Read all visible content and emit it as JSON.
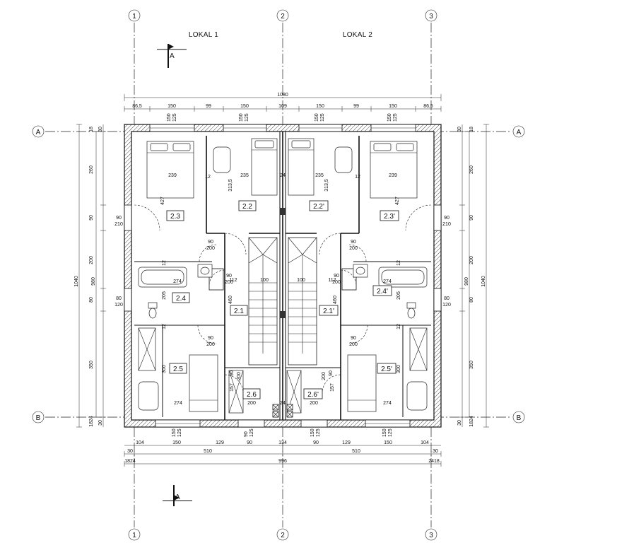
{
  "axes": {
    "columns": [
      "1",
      "2",
      "3"
    ],
    "rows": [
      "A",
      "B"
    ]
  },
  "units": {
    "lokal1": "LOKAL 1",
    "lokal2": "LOKAL 2"
  },
  "section_marker": "A",
  "rooms": {
    "r_2_3": "2.3",
    "r_2_2": "2.2",
    "r_2_2p": "2.2'",
    "r_2_3p": "2.3'",
    "r_2_4": "2.4",
    "r_2_4p": "2.4'",
    "r_2_1": "2.1",
    "r_2_1p": "2.1'",
    "r_2_5": "2.5",
    "r_2_5p": "2.5'",
    "r_2_6": "2.6",
    "r_2_6p": "2.6'"
  },
  "dims": {
    "overall_top": "1080",
    "top_chain": [
      "86,5",
      "150",
      "99",
      "150",
      "109",
      "150",
      "99",
      "150",
      "86,5"
    ],
    "window_top": [
      "150",
      "125"
    ],
    "overall_bottom": "996",
    "bottom_chain": [
      "104",
      "150",
      "129",
      "90",
      "134",
      "90",
      "129",
      "150",
      "104"
    ],
    "bottom_sub": [
      "30",
      "510",
      "510",
      "30"
    ],
    "bottom_edges_left": "1824",
    "bottom_edges_right": "2418",
    "left_outer": "1040",
    "left_inner": "980",
    "left_chain": [
      "260",
      "90",
      "200",
      "80",
      "350"
    ],
    "left_top_edge": [
      "18",
      "30"
    ],
    "left_bot_edge": [
      "1824",
      "30"
    ],
    "right_outer": "1040",
    "right_inner": "980",
    "right_chain": [
      "260",
      "90",
      "200",
      "80",
      "350"
    ],
    "right_top_edge": [
      "18",
      "30"
    ],
    "right_bot_edge": [
      "1824",
      "30"
    ],
    "door_90_200": [
      "90",
      "200"
    ],
    "win_90_210": [
      "90",
      "210"
    ],
    "win_80_120": [
      "80",
      "120"
    ],
    "interior": {
      "w239": "239",
      "w235": "235",
      "w24": "24",
      "w3135": "313,5",
      "w427": "427",
      "w274": "274",
      "w205": "205",
      "w100": "100",
      "w460": "460",
      "w112": "112",
      "w300": "300",
      "w157": "157",
      "w200": "200",
      "w12": "12",
      "w260": "260",
      "w150": "150",
      "w125": "125",
      "w90": "90"
    }
  }
}
